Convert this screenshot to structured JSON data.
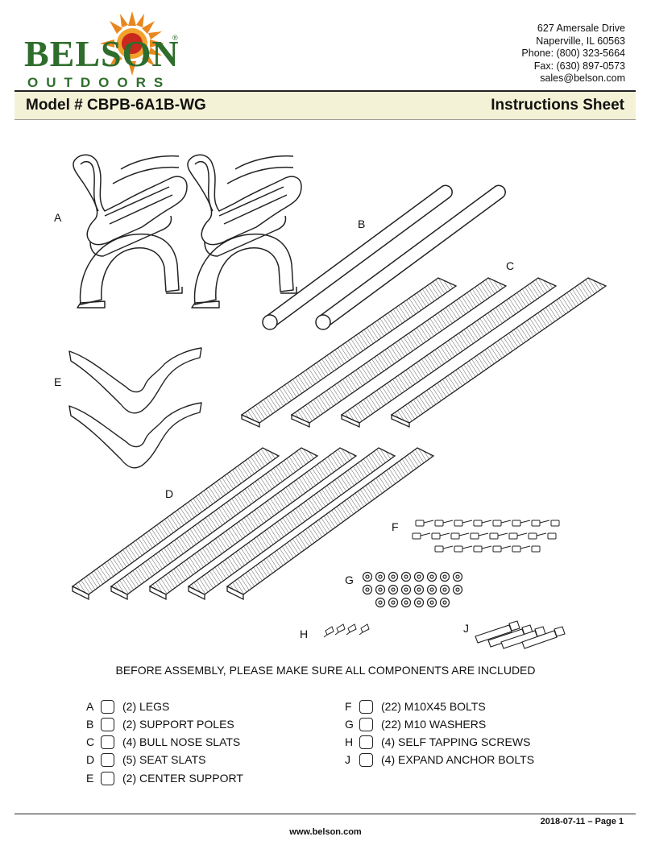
{
  "header": {
    "logo_main": "BELSON",
    "logo_sub": "OUTDOORS",
    "logo_reg": "®",
    "address_lines": [
      "627 Amersale Drive",
      "Naperville, IL 60563",
      "Phone: (800) 323-5664",
      "Fax: (630) 897-0573",
      "sales@belson.com"
    ]
  },
  "title_bar": {
    "model": "Model # CBPB-6A1B-WG",
    "sheet": "Instructions Sheet"
  },
  "diagram_letters": {
    "a": "A",
    "b": "B",
    "c": "C",
    "d": "D",
    "e": "E",
    "f": "F",
    "g": "G",
    "h": "H",
    "j": "J"
  },
  "notice": "BEFORE ASSEMBLY, PLEASE MAKE SURE ALL COMPONENTS ARE INCLUDED",
  "checklist": {
    "left": [
      {
        "letter": "A",
        "text": "(2) LEGS"
      },
      {
        "letter": "B",
        "text": "(2) SUPPORT POLES"
      },
      {
        "letter": "C",
        "text": "(4) BULL NOSE SLATS"
      },
      {
        "letter": "D",
        "text": "(5) SEAT SLATS"
      },
      {
        "letter": "E",
        "text": "(2) CENTER SUPPORT"
      }
    ],
    "right": [
      {
        "letter": "F",
        "text": "(22) M10X45 BOLTS"
      },
      {
        "letter": "G",
        "text": "(22) M10 WASHERS"
      },
      {
        "letter": "H",
        "text": "(4) SELF TAPPING SCREWS"
      },
      {
        "letter": "J",
        "text": "(4) EXPAND ANCHOR BOLTS"
      }
    ]
  },
  "footer": {
    "page": "2018-07-11 – Page 1",
    "website": "www.belson.com"
  },
  "colors": {
    "brand_green": "#2e6d2c",
    "sun_orange": "#e8871e",
    "title_bar_bg": "#f4f2d6"
  }
}
